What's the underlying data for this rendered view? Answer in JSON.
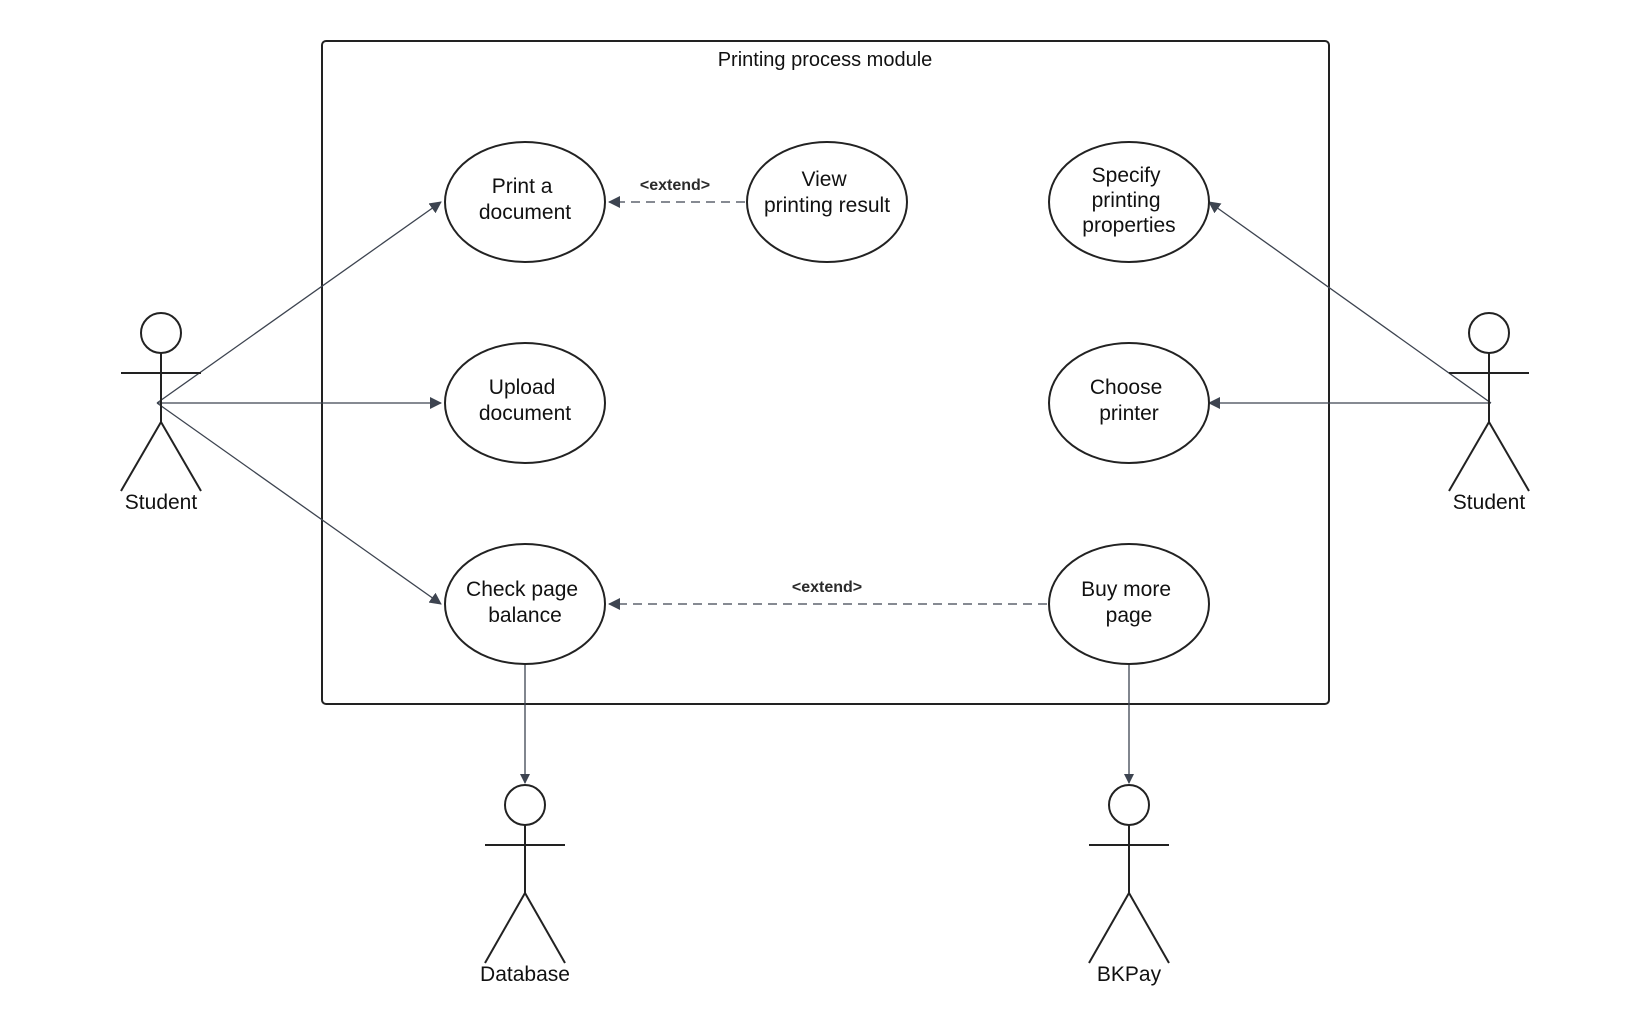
{
  "system": {
    "title": "Printing process module"
  },
  "use_cases": {
    "print_document": [
      "Print a",
      "document"
    ],
    "view_printing_result": [
      "View",
      "printing result"
    ],
    "specify_printing_properties": [
      "Specify",
      "printing",
      "properties"
    ],
    "upload_document": [
      "Upload",
      "document"
    ],
    "choose_printer": [
      "Choose",
      "printer"
    ],
    "check_page_balance": [
      "Check page",
      "balance"
    ],
    "buy_more_page": [
      "Buy more",
      "page"
    ]
  },
  "actors": {
    "student_left": "Student",
    "student_right": "Student",
    "database": "Database",
    "bkpay": "BKPay"
  },
  "relations": {
    "extend_print": "<extend>",
    "extend_balance": "<extend>"
  },
  "colors": {
    "line": "#3d4450",
    "shape_stroke": "#222222",
    "background": "#ffffff"
  }
}
